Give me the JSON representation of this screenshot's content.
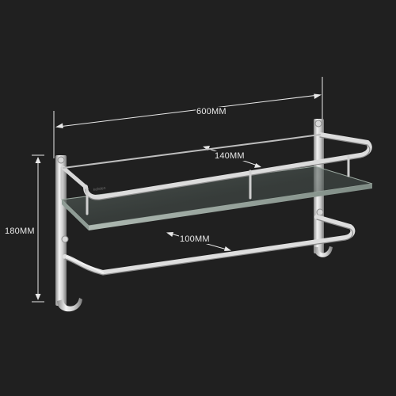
{
  "product": {
    "brand_mark": "kelelen"
  },
  "dimensions": {
    "width_label": "600MM",
    "height_label": "180MM",
    "depth_label": "140MM",
    "rail_gap_label": "100MM"
  },
  "colors": {
    "background": "#202020",
    "metal": "#c8c8c8",
    "glass": "#9aa79f",
    "dimension_lines": "#e8e8e8"
  }
}
